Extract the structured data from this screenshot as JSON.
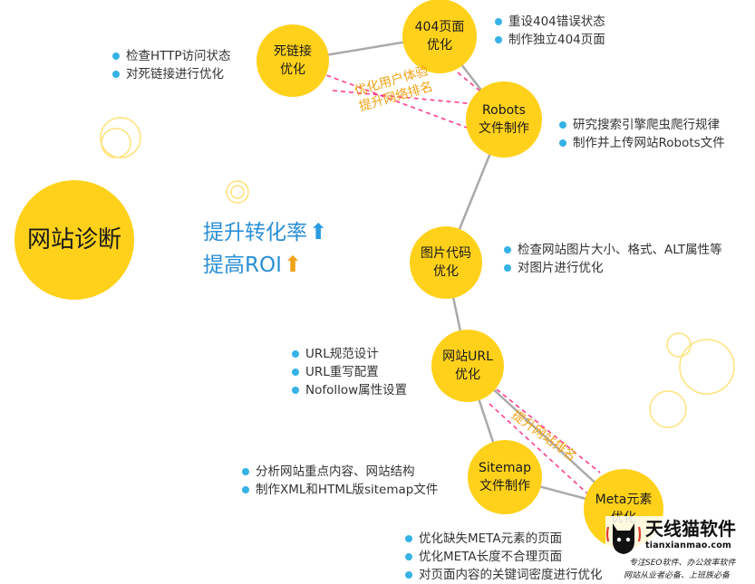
{
  "colors": {
    "node_fill": "#ffd11a",
    "node_text": "#1a1a1a",
    "connector": "#aaaaaa",
    "dashed_link": "#ff3f8e",
    "bullet": "#35b2e6",
    "slogan": "#2a8fd6",
    "up_arrow_blue": "#2a9be0",
    "up_arrow_orange": "#f0a316",
    "goal_text": "#f0a316",
    "deco_ring": "#ffe27a"
  },
  "center": {
    "label": "网站诊断"
  },
  "slogans": [
    {
      "text": "提升转化率",
      "arrow": "⬆"
    },
    {
      "text": "提高ROI",
      "arrow": "⬆"
    }
  ],
  "nodes": [
    {
      "id": "dead-links",
      "lines": [
        "死链接",
        "优化"
      ],
      "bullets": [
        "检查HTTP访问状态",
        "对死链接进行优化"
      ]
    },
    {
      "id": "page-404",
      "lines": [
        "404页面",
        "优化"
      ],
      "bullets": [
        "重设404错误状态",
        "制作独立404页面"
      ]
    },
    {
      "id": "robots",
      "lines": [
        "Robots",
        "文件制作"
      ],
      "bullets": [
        "研究搜索引擎爬虫爬行规律",
        "制作并上传网站Robots文件"
      ]
    },
    {
      "id": "image-code",
      "lines": [
        "图片代码",
        "优化"
      ],
      "bullets": [
        "检查网站图片大小、格式、ALT属性等",
        "对图片进行优化"
      ]
    },
    {
      "id": "url",
      "lines": [
        "网站URL",
        "优化"
      ],
      "bullets": [
        "URL规范设计",
        "URL重写配置",
        "Nofollow属性设置"
      ]
    },
    {
      "id": "sitemap",
      "lines": [
        "Sitemap",
        "文件制作"
      ],
      "bullets": [
        "分析网站重点内容、网站结构",
        "制作XML和HTML版sitemap文件"
      ]
    },
    {
      "id": "meta",
      "lines": [
        "Meta元素",
        "优化"
      ],
      "bullets": [
        "优化缺失META元素的页面",
        "优化META长度不合理页面",
        "对页面内容的关键词密度进行优化"
      ]
    }
  ],
  "goals": [
    {
      "lines": [
        "优化用户体验",
        "提升网络排名"
      ]
    },
    {
      "lines": [
        "提升网站排名"
      ]
    }
  ],
  "brand": {
    "name": "天线猫软件",
    "domain": "tianxianmao.com",
    "tagline_1": "专注SEO软件、办公效率软件",
    "tagline_2": "网站从业者必备、上班族必备"
  }
}
